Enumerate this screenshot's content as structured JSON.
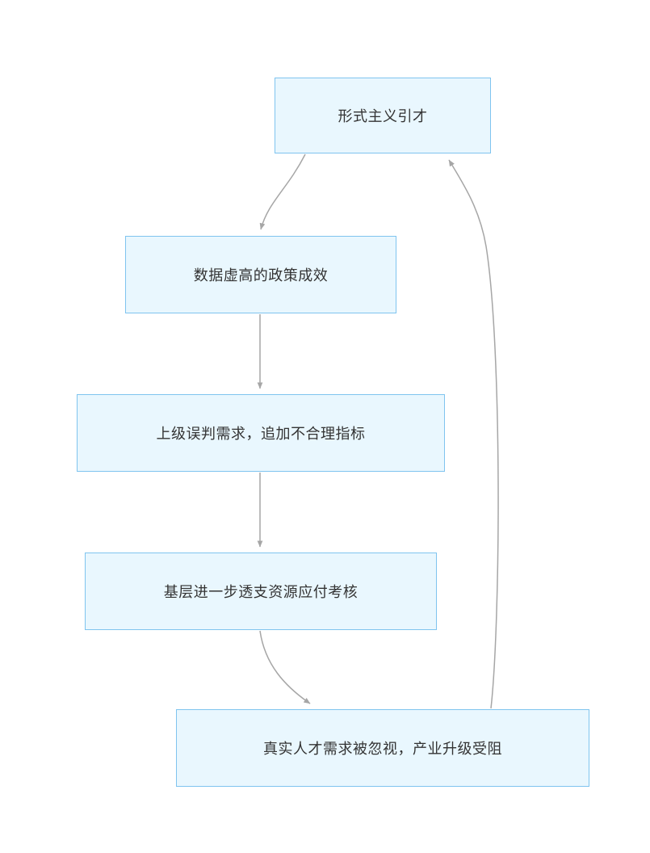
{
  "diagram": {
    "type": "flowchart",
    "nodes": [
      {
        "id": "n1",
        "label": "形式主义引才"
      },
      {
        "id": "n2",
        "label": "数据虚高的政策成效"
      },
      {
        "id": "n3",
        "label": "上级误判需求，追加不合理指标"
      },
      {
        "id": "n4",
        "label": "基层进一步透支资源应付考核"
      },
      {
        "id": "n5",
        "label": "真实人才需求被忽视，产业升级受阻"
      }
    ],
    "edges": [
      {
        "from": "n1",
        "to": "n2"
      },
      {
        "from": "n2",
        "to": "n3"
      },
      {
        "from": "n3",
        "to": "n4"
      },
      {
        "from": "n4",
        "to": "n5"
      },
      {
        "from": "n5",
        "to": "n1"
      }
    ],
    "colors": {
      "node_fill": "#e9f7fe",
      "node_border": "#7fc4ef",
      "arrow": "#a6a6a6",
      "text": "#333333",
      "background": "#ffffff"
    }
  }
}
